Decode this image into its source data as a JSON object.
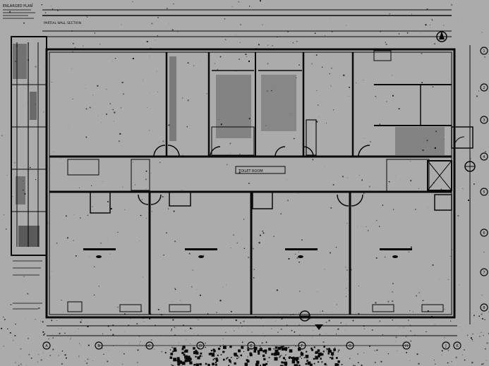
{
  "drawing": {
    "colors": {
      "paper": "#ababab",
      "ink": "#0a0a0a",
      "paper_light": "#c9c9c9"
    },
    "grid_bubbles_right": [
      "1",
      "2",
      "3",
      "4",
      "5",
      "6",
      "7",
      "8"
    ],
    "grid_bubbles_bottom": [
      "A",
      "B",
      "C",
      "D",
      "E",
      "F",
      "G",
      "H",
      "J",
      "K"
    ],
    "legible_text": {
      "header_note": "ENLARGED PLAN",
      "subtitle": "PARTIAL WALL SECTION",
      "corridor_label": "TOILET ROOM"
    },
    "icons": [
      "north-arrow-icon",
      "section-marker-icon"
    ]
  }
}
